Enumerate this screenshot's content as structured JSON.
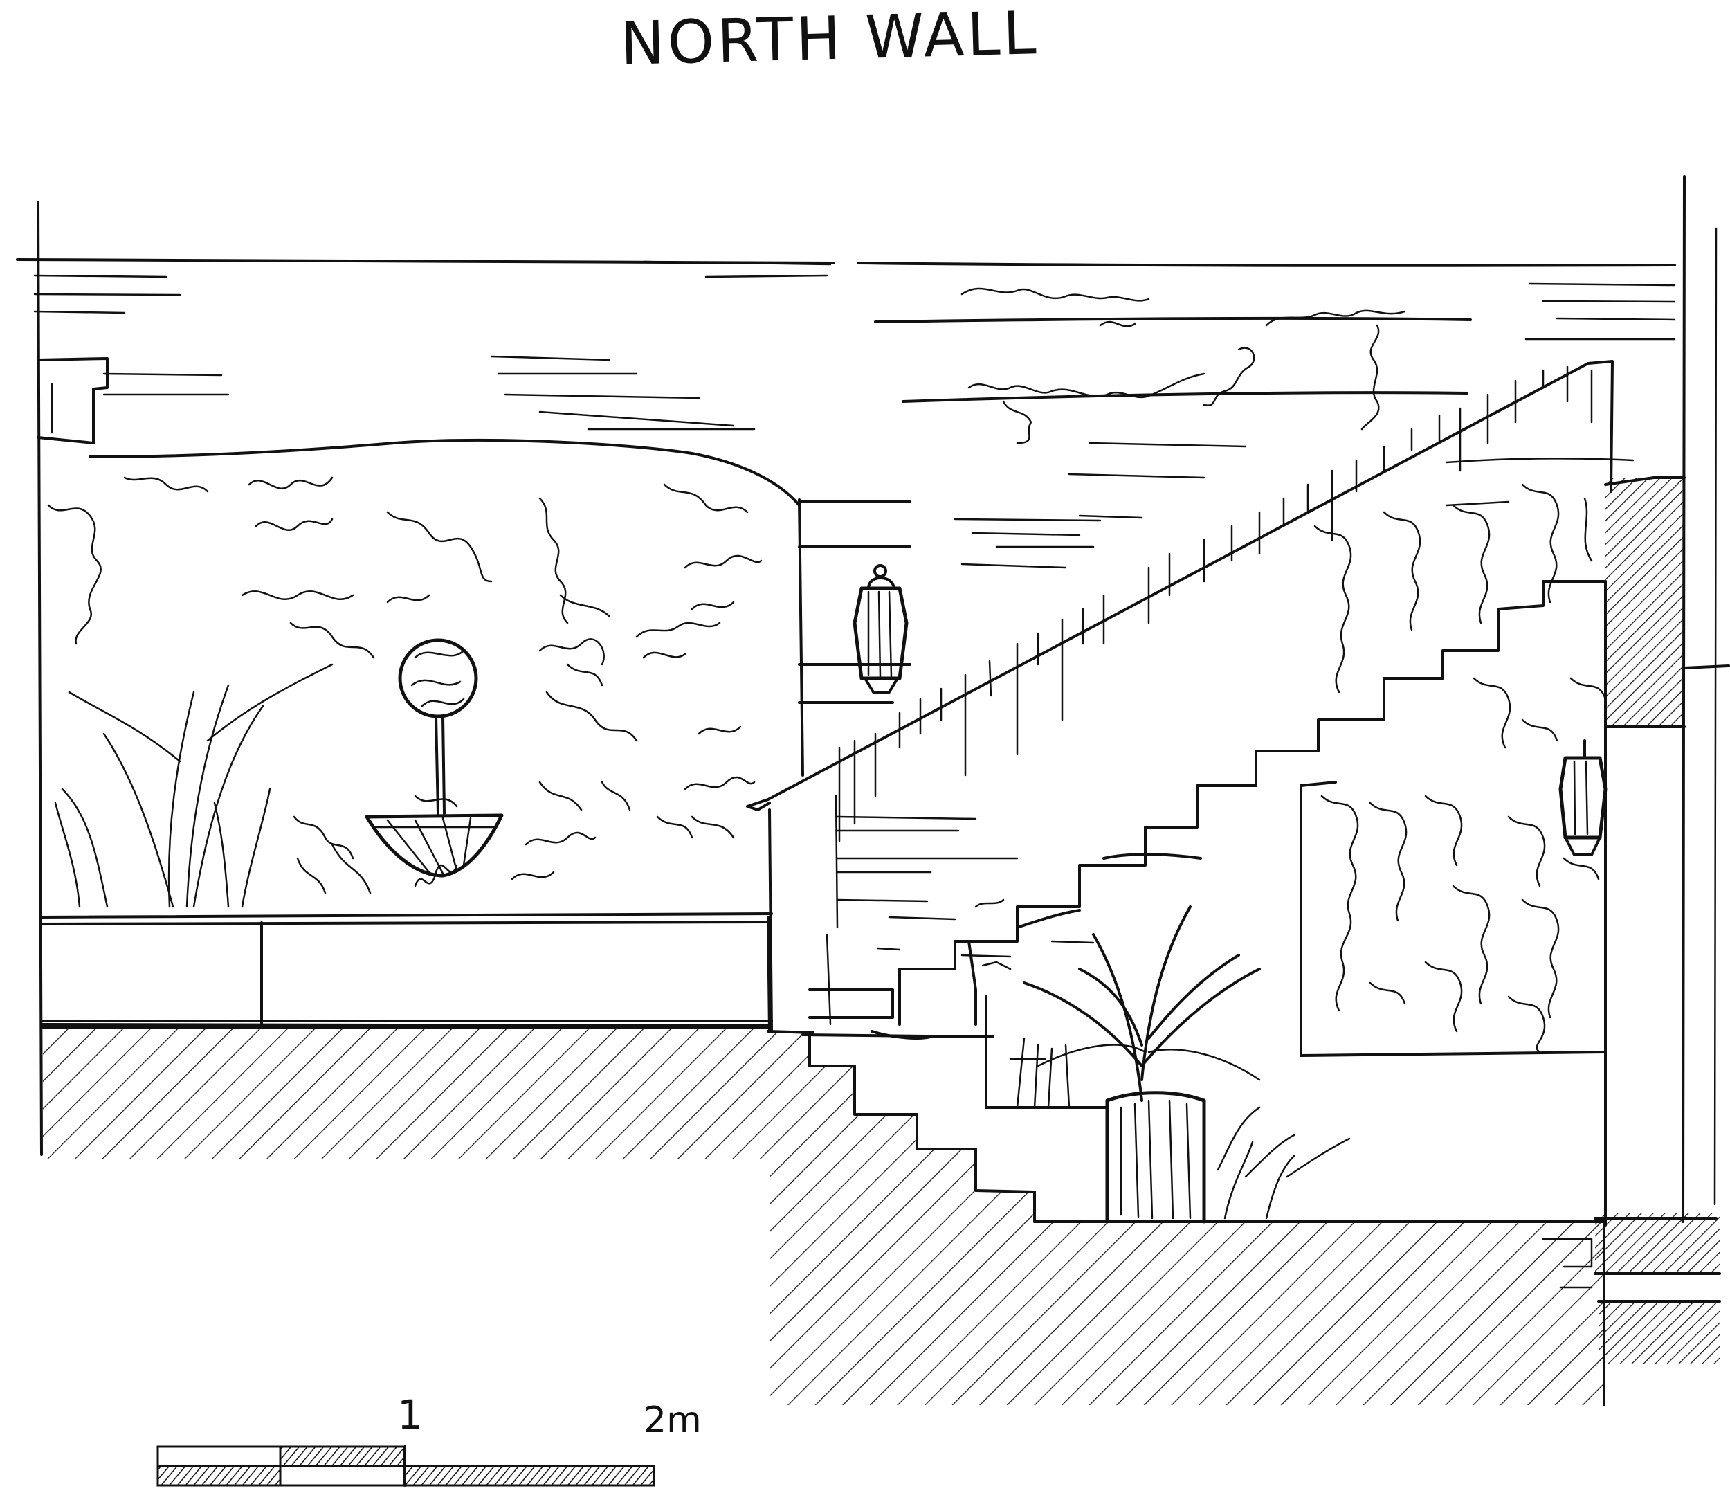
{
  "title": "NORTH WALL",
  "scale_bar": {
    "label_1": "1",
    "label_2": "2m"
  },
  "colors": {
    "ink": "#111111",
    "paper": "#ffffff"
  },
  "elements": [
    "wall-lantern-icon",
    "hanging-basket-icon",
    "topiary-tree-icon",
    "palm-plant-icon",
    "staircase",
    "climbing-plants",
    "scale-bar"
  ]
}
